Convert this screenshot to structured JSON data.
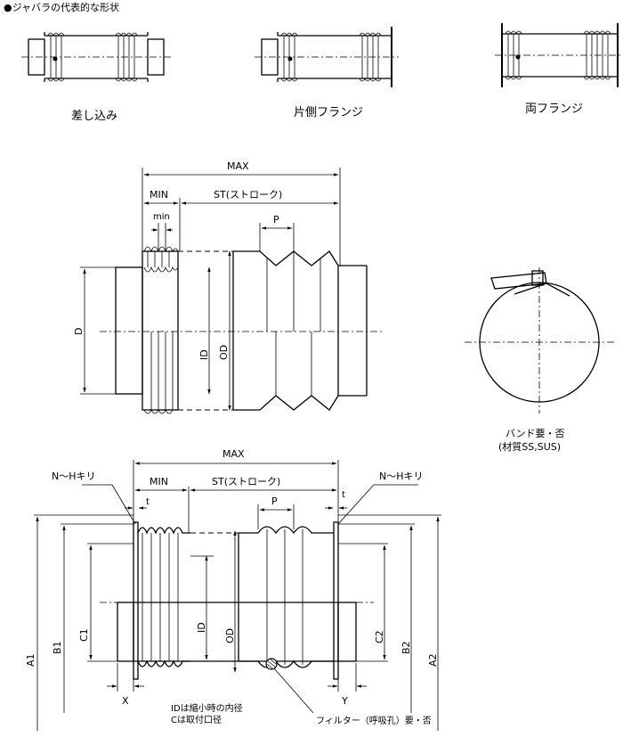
{
  "heading": "●ジャバラの代表的な形状",
  "shapes": [
    {
      "label": "差し込み"
    },
    {
      "label": "片側フランジ"
    },
    {
      "label": "両フランジ"
    }
  ],
  "fig1": {
    "max": "MAX",
    "min": "MIN",
    "stroke": "ST(ストローク)",
    "min_small": "min",
    "pitch": "P",
    "d": "D",
    "id": "ID",
    "od": "OD"
  },
  "band": {
    "line1": "バンド要・否",
    "line2": "(材質SS,SUS)"
  },
  "fig2": {
    "max": "MAX",
    "min": "MIN",
    "stroke": "ST(ストローク)",
    "pitch": "P",
    "hole_left": "N～Hキリ",
    "hole_right": "N～Hキリ",
    "t_left": "t",
    "t_right": "t",
    "a1": "A1",
    "b1": "B1",
    "c1": "C1",
    "id": "ID",
    "od": "OD",
    "c2": "C2",
    "b2": "B2",
    "a2": "A2",
    "x": "X",
    "y": "Y",
    "note1": "IDは縮小時の内径",
    "note2": "Cは取付口径",
    "filter": "フィルター（呼吸孔）要・否"
  }
}
